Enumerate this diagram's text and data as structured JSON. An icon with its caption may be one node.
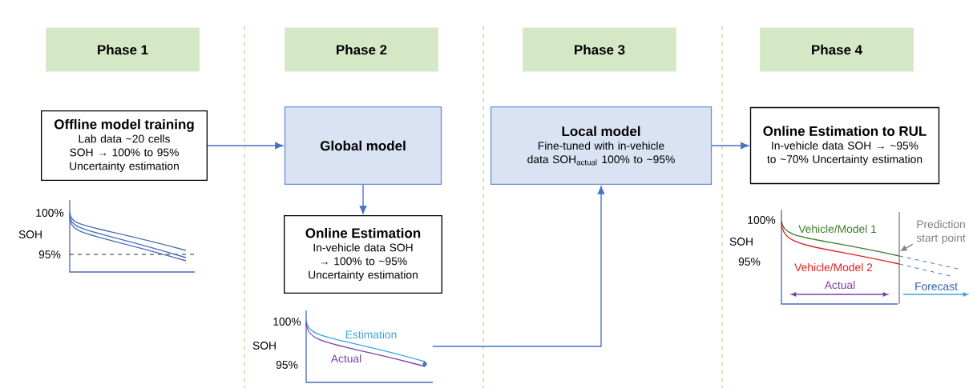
{
  "diagram": {
    "nodes": [
      {
        "text": [
          "Phase 1"
        ]
      },
      {
        "text": [
          "Phase 2"
        ]
      },
      {
        "text": [
          "Phase 3"
        ]
      },
      {
        "text": [
          "Phase 4"
        ]
      },
      {
        "text": [
          "Offline model training",
          "Lab data ~20 cells SOH → 100% to 95% Uncertainty estimation"
        ]
      },
      {
        "text": [
          "Global model"
        ]
      },
      {
        "text": [
          "Online Estimation",
          "In-vehicle data SOH → 100% to ~95% Uncertainty estimation"
        ]
      },
      {
        "text": [
          "Local model",
          "Fine-tuned with in-vehicle data SOH$_{actual}$ 100% to ~95%"
        ]
      },
      {
        "text": [
          "Online Estimation to RUL",
          "In-vehicle data SOH → ~95% to ~70% Uncertainty estimation"
        ]
      },
      {
        "text": [],
        "shape": "picture"
      },
      {
        "text": [
          "Prediction start point"
        ]
      }
    ],
    "edges": [
      {
        "from": 4,
        "to": 5,
        "arrow": "to"
      },
      {
        "from": 5,
        "to": 6,
        "arrow": "to"
      },
      {
        "from": 9,
        "to": 7,
        "arrow": "to"
      },
      {
        "from": 7,
        "to": 8,
        "arrow": "to"
      },
      {
        "from": 10,
        "to": null,
        "arrow": "to",
        "color": "#808080"
      }
    ],
    "labels": [
      "100%",
      "SOH",
      "95%",
      "100%",
      "Estimation",
      "SOH",
      "Actual",
      "95%",
      "100%",
      "Vehicle/Model 1",
      "SOH",
      "Vehicle/Model 2",
      "95%",
      "Actual",
      "Forecast"
    ]
  }
}
